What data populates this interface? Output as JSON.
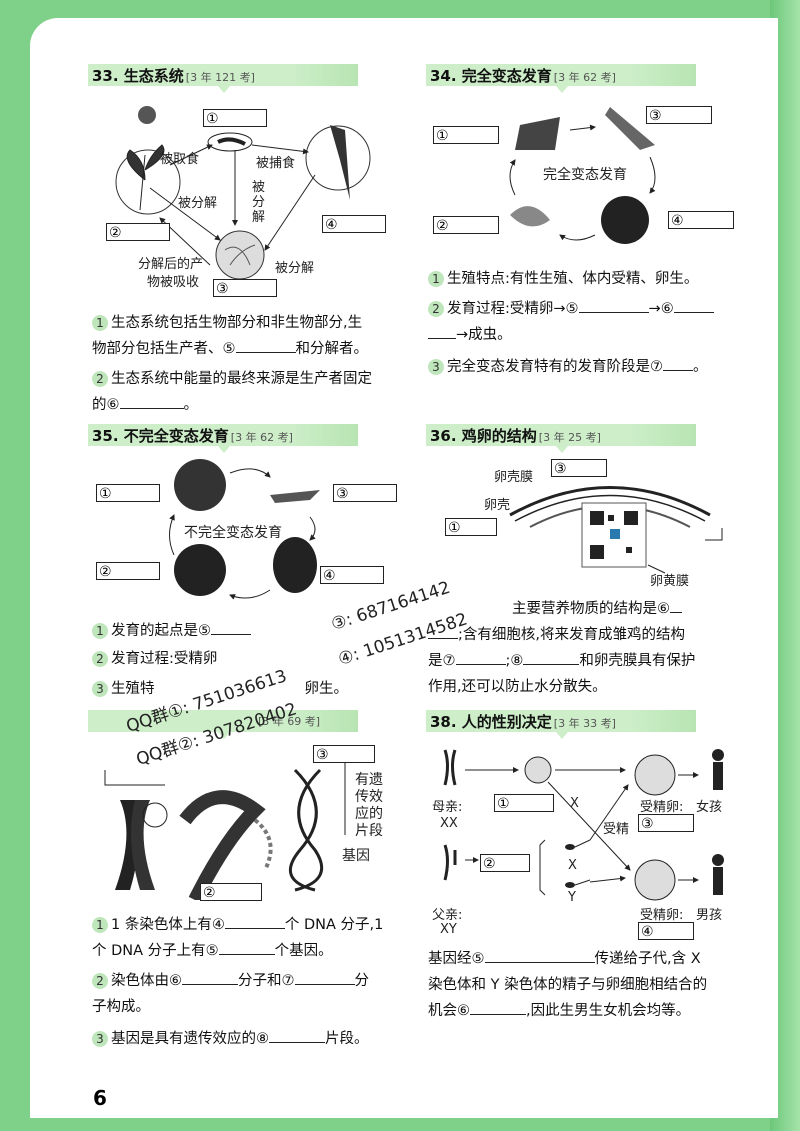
{
  "page_number": "6",
  "s33": {
    "title": "33. 生态系统",
    "tag": "[3 年 121 考]",
    "b1": "①",
    "b2": "②",
    "b3": "③",
    "b4": "④",
    "l_qushi": "被取食",
    "l_buzhuo": "被捕食",
    "l_fenjie_v": "被分解",
    "l_fenjie1": "被分解",
    "l_fenjie2": "被分解",
    "l_chanwu": "分解后的产",
    "l_chanwu2": "物被吸收",
    "q1a": "生态系统包括生物部分和非生物部分,生",
    "q1b": "物部分包括生产者、⑤",
    "q1c": "和分解者。",
    "q2a": "生态系统中能量的最终来源是生产者固定",
    "q2b": "的⑥",
    "q2c": "。"
  },
  "s34": {
    "title": "34. 完全变态发育",
    "tag": "[3 年 62 考]",
    "b1": "①",
    "b2": "②",
    "b3": "③",
    "b4": "④",
    "center": "完全变态发育",
    "q1": "生殖特点:有性生殖、体内受精、卵生。",
    "q2a": "发育过程:受精卵→⑤",
    "q2b": "→⑥",
    "q2c": "→成虫。",
    "q3a": "完全变态发育特有的发育阶段是⑦",
    "q3b": "。"
  },
  "s35": {
    "title": "35. 不完全变态发育",
    "tag": "[3 年 62 考]",
    "b1": "①",
    "b2": "②",
    "b3": "③",
    "b4": "④",
    "center": "不完全变态发育",
    "q1": "发育的起点是⑤",
    "q2": "发育过程:受精卵",
    "q3": "生殖特",
    "q3b": "卵生。"
  },
  "s36": {
    "title": "36. 鸡卵的结构",
    "tag": "[3 年 25 考]",
    "b1": "①",
    "b3": "③",
    "l_shellmem": "卵壳膜",
    "l_shell": "卵壳",
    "l_yolkmem": "卵黄膜",
    "q1a": "主要营养物质的结构是⑥",
    "q1b": ";含有细胞核,将来发育成雏鸡的结构",
    "q1c": "是⑦",
    "q1d": ";⑧",
    "q1e": "和卵壳膜具有保护",
    "q1f": "作用,还可以防止水分散失。"
  },
  "s37": {
    "tag": "[3 年 69 考]",
    "b2": "②",
    "b3": "③",
    "l_side1": "有遗",
    "l_side2": "传效",
    "l_side3": "应的",
    "l_side4": "片段",
    "l_gene": "基因",
    "q1a": "1 条染色体上有④",
    "q1b": "个 DNA 分子,1",
    "q1c": "个 DNA 分子上有⑤",
    "q1d": "个基因。",
    "q2a": "染色体由⑥",
    "q2b": "分子和⑦",
    "q2c": "分",
    "q2d": "子构成。",
    "q3a": "基因是具有遗传效应的⑧",
    "q3b": "片段。"
  },
  "s38": {
    "title": "38. 人的性别决定",
    "tag": "[3 年 33 考]",
    "b1": "①",
    "b2": "②",
    "b3": "③",
    "b4": "④",
    "mother": "母亲:",
    "xx": "XX",
    "father": "父亲:",
    "xy": "XY",
    "x1": "X",
    "x2": "X",
    "y": "Y",
    "shoujing": "受精",
    "egg1": "受精卵:",
    "girl": "女孩",
    "egg2": "受精卵:",
    "boy": "男孩",
    "q1a": "基因经⑤",
    "q1b": "传递给子代,含 X",
    "q1c": "染色体和 Y 染色体的精子与卵细胞相结合的",
    "q1d": "机会⑥",
    "q1e": ",因此生男生女机会均等。"
  },
  "watermarks": {
    "w1": "③: 687164142",
    "w2": "④: 1051314582",
    "w3": "QQ群①: 751036613",
    "w4": "QQ群②: 307820402"
  },
  "colors": {
    "bg_green": "#7fd18a",
    "header_green": "#cdeec9",
    "num_circle": "#bfe6bb"
  }
}
